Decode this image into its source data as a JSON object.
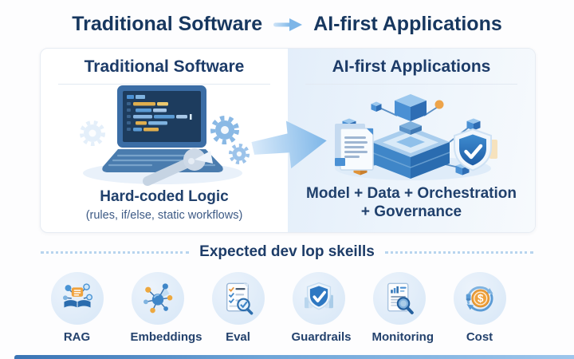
{
  "header": {
    "title_left": "Traditional Software",
    "title_right": "AI-first Applications",
    "arrow_icon": "right-arrow"
  },
  "panels": {
    "left": {
      "header": "Traditional Software",
      "caption": "Hard-coded Logic",
      "subcaption": "(rules, if/else, static workflows)",
      "illustration": "laptop-with-code-wrench-gears"
    },
    "right": {
      "header": "AI-first Applications",
      "caption_line1": "Model + Data + Orchestration",
      "caption_line2": "+ Governance",
      "illustration": "isometric-ai-stack-docs-shield"
    }
  },
  "skills_section": {
    "title": "Expected dev lop skeills",
    "items": [
      {
        "label": "RAG",
        "icon": "book-network-icon"
      },
      {
        "label": "Embeddings",
        "icon": "vector-graph-icon"
      },
      {
        "label": "Eval",
        "icon": "checklist-magnifier-icon"
      },
      {
        "label": "Guardrails",
        "icon": "shield-check-icon"
      },
      {
        "label": "Monitoring",
        "icon": "report-magnifier-icon"
      },
      {
        "label": "Cost",
        "icon": "dollar-coin-cycle-icon"
      }
    ]
  },
  "cost_icon": {
    "symbol": "$"
  },
  "colors": {
    "navy_text": "#1d3c68",
    "accent_blue": "#4a90d4",
    "panel_blue_bg": "#e7f0fa",
    "arrow_blue": "#7db6e8",
    "orange_accent": "#eda03f",
    "icon_circle_bg": "#d9e8f7"
  }
}
